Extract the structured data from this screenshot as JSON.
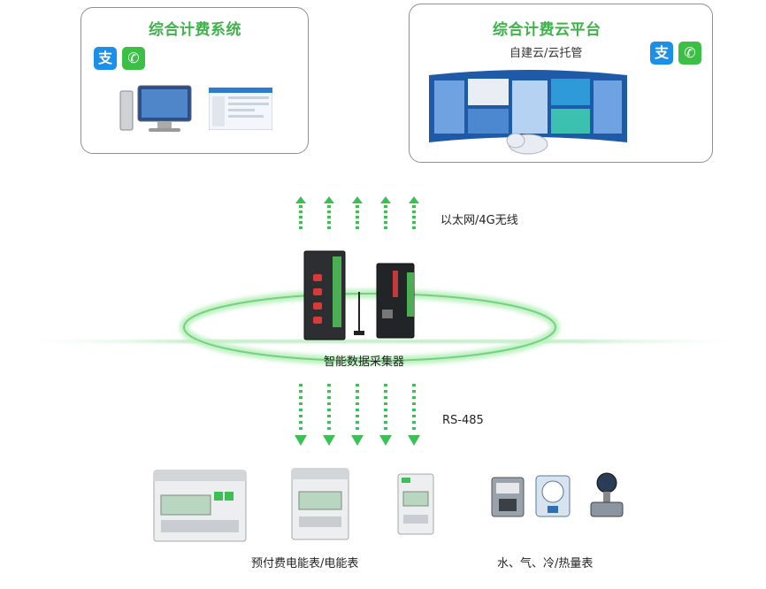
{
  "local_system": {
    "title": "综合计费系统",
    "pay_icons": [
      "alipay-icon",
      "wechat-icon"
    ]
  },
  "cloud_platform": {
    "title": "综合计费云平台",
    "subtitle": "自建云/云托管",
    "pay_icons": [
      "alipay-icon",
      "wechat-icon"
    ]
  },
  "uplink": {
    "label": "以太网/4G无线"
  },
  "collector": {
    "label": "智能数据采集器"
  },
  "downlink": {
    "label": "RS-485"
  },
  "meters": {
    "electric_label": "预付费电能表/电能表",
    "utility_label": "水、气、冷/热量表"
  },
  "colors": {
    "accent_green": "#3fb24a",
    "ring_green": "#7fd98a",
    "alipay_blue": "#1c8fe6",
    "wechat_green": "#3cbf45",
    "border_gray": "#8f8f8f"
  }
}
